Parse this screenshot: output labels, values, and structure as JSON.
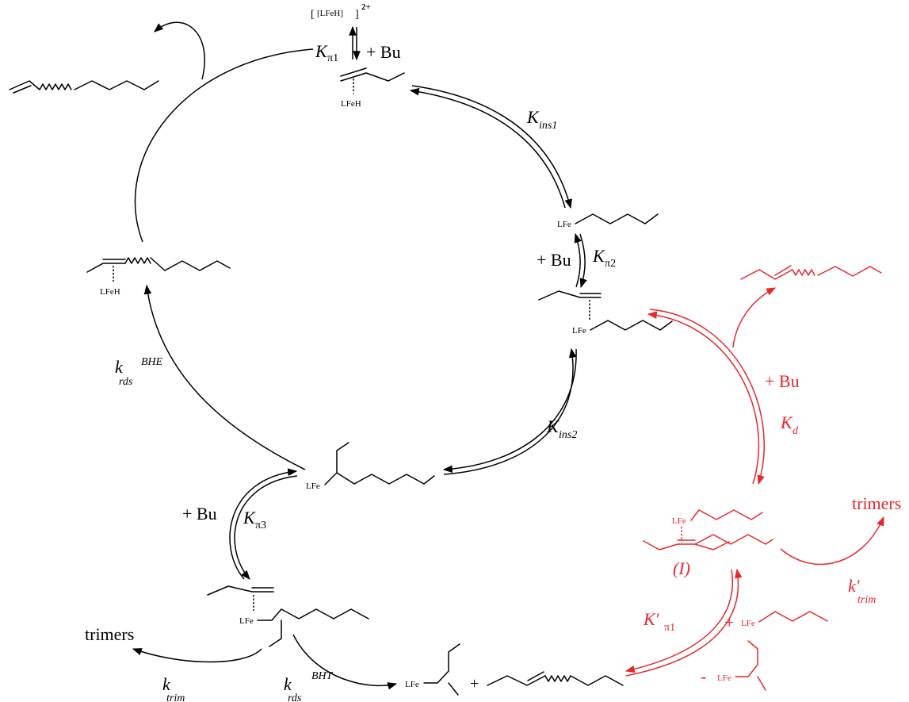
{
  "colors": {
    "main": "#000000",
    "dimer_path": "#e8262b"
  },
  "top_complex": {
    "text": "[LFeH]",
    "charge": "2+"
  },
  "metal_labels": {
    "lfeh": "LFeH",
    "lfe": "LFe"
  },
  "reagent": "+ Bu",
  "reagent_minus": "- ",
  "plus": "+",
  "constants": {
    "k_pi1": {
      "main": "K",
      "sub": "π1"
    },
    "k_ins1": {
      "main": "K",
      "sub": "ins1"
    },
    "k_pi2": {
      "main": "K",
      "sub": "π2"
    },
    "k_ins2": {
      "main": "K",
      "sub": "ins2"
    },
    "k_pi3": {
      "main": "K",
      "sub": "π3"
    },
    "k_rds_bhe": {
      "main": "k",
      "sub": "rds",
      "sup": "BHE"
    },
    "k_trim": {
      "main": "k",
      "sub": "trim"
    },
    "k_rds_bht": {
      "main": "k",
      "sub": "rds",
      "sup": "BHT"
    },
    "k_d": {
      "main": "K",
      "sub": "d"
    },
    "k_prime_pi1": {
      "main": "K′",
      "sub": "π1"
    },
    "k_prime_trim": {
      "main": "k′",
      "sub": "trim"
    }
  },
  "products": {
    "trimers_left": "trimers",
    "trimers_right": "trimers"
  },
  "intermediate_label": "(I)"
}
